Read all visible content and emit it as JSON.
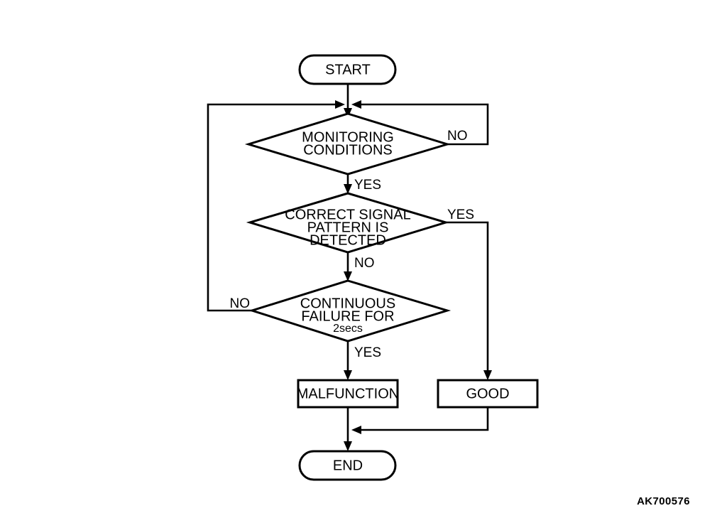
{
  "diagram": {
    "title": "Monitoring / signal pattern diagnostic flowchart",
    "reference_code": "AK700576",
    "stroke_color": "#000000",
    "background_color": "#FFFFFF",
    "nodes": [
      {
        "id": "start",
        "type": "terminator",
        "label": "START"
      },
      {
        "id": "monitoring",
        "type": "decision",
        "line1": "MONITORING",
        "line2": "CONDITIONS",
        "line3": ""
      },
      {
        "id": "correct",
        "type": "decision",
        "line1": "CORRECT SIGNAL",
        "line2": "PATTERN IS",
        "line3": "DETECTED"
      },
      {
        "id": "continuous",
        "type": "decision",
        "line1": "CONTINUOUS",
        "line2": "FAILURE FOR",
        "line3": "2secs"
      },
      {
        "id": "malfunction",
        "type": "process",
        "label": "MALFUNCTION"
      },
      {
        "id": "good",
        "type": "process",
        "label": "GOOD"
      },
      {
        "id": "end",
        "type": "terminator",
        "label": "END"
      }
    ],
    "edge_labels": {
      "monitoring_no": "NO",
      "monitoring_yes": "YES",
      "correct_yes": "YES",
      "correct_no": "NO",
      "continuous_no": "NO",
      "continuous_yes": "YES"
    }
  }
}
